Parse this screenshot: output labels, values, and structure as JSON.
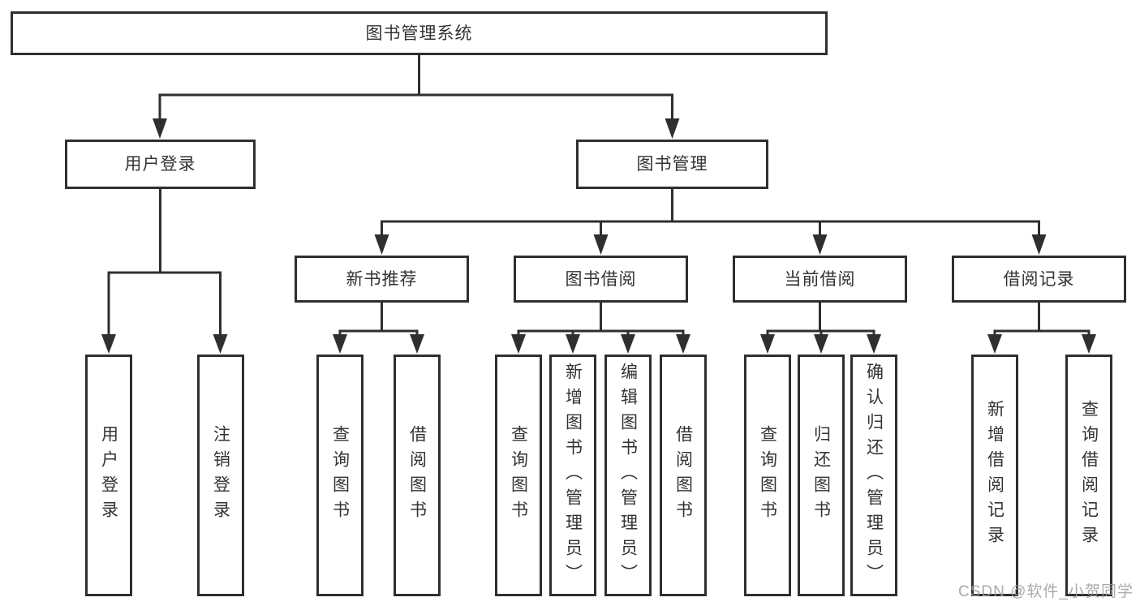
{
  "tree": {
    "label": "图书管理系统",
    "children": [
      {
        "label": "用户登录",
        "children": [
          {
            "label": "用户登录"
          },
          {
            "label": "注销登录"
          }
        ]
      },
      {
        "label": "图书管理",
        "children": [
          {
            "label": "新书推荐",
            "children": [
              {
                "label": "查询图书"
              },
              {
                "label": "借阅图书"
              }
            ]
          },
          {
            "label": "图书借阅",
            "children": [
              {
                "label": "查询图书"
              },
              {
                "label": "新增图书（管理员）"
              },
              {
                "label": "编辑图书（管理员）"
              },
              {
                "label": "借阅图书"
              }
            ]
          },
          {
            "label": "当前借阅",
            "children": [
              {
                "label": "查询图书"
              },
              {
                "label": "归还图书"
              },
              {
                "label": "确认归还（管理员）"
              }
            ]
          },
          {
            "label": "借阅记录",
            "children": [
              {
                "label": "新增借阅记录"
              },
              {
                "label": "查询借阅记录"
              }
            ]
          }
        ]
      }
    ]
  },
  "watermark": {
    "text": "CSDN @软件_小贺同学"
  },
  "colors": {
    "line": "#2f2f2f",
    "text": "#333333",
    "watermark": "#9c9c9c",
    "background": "#ffffff"
  }
}
